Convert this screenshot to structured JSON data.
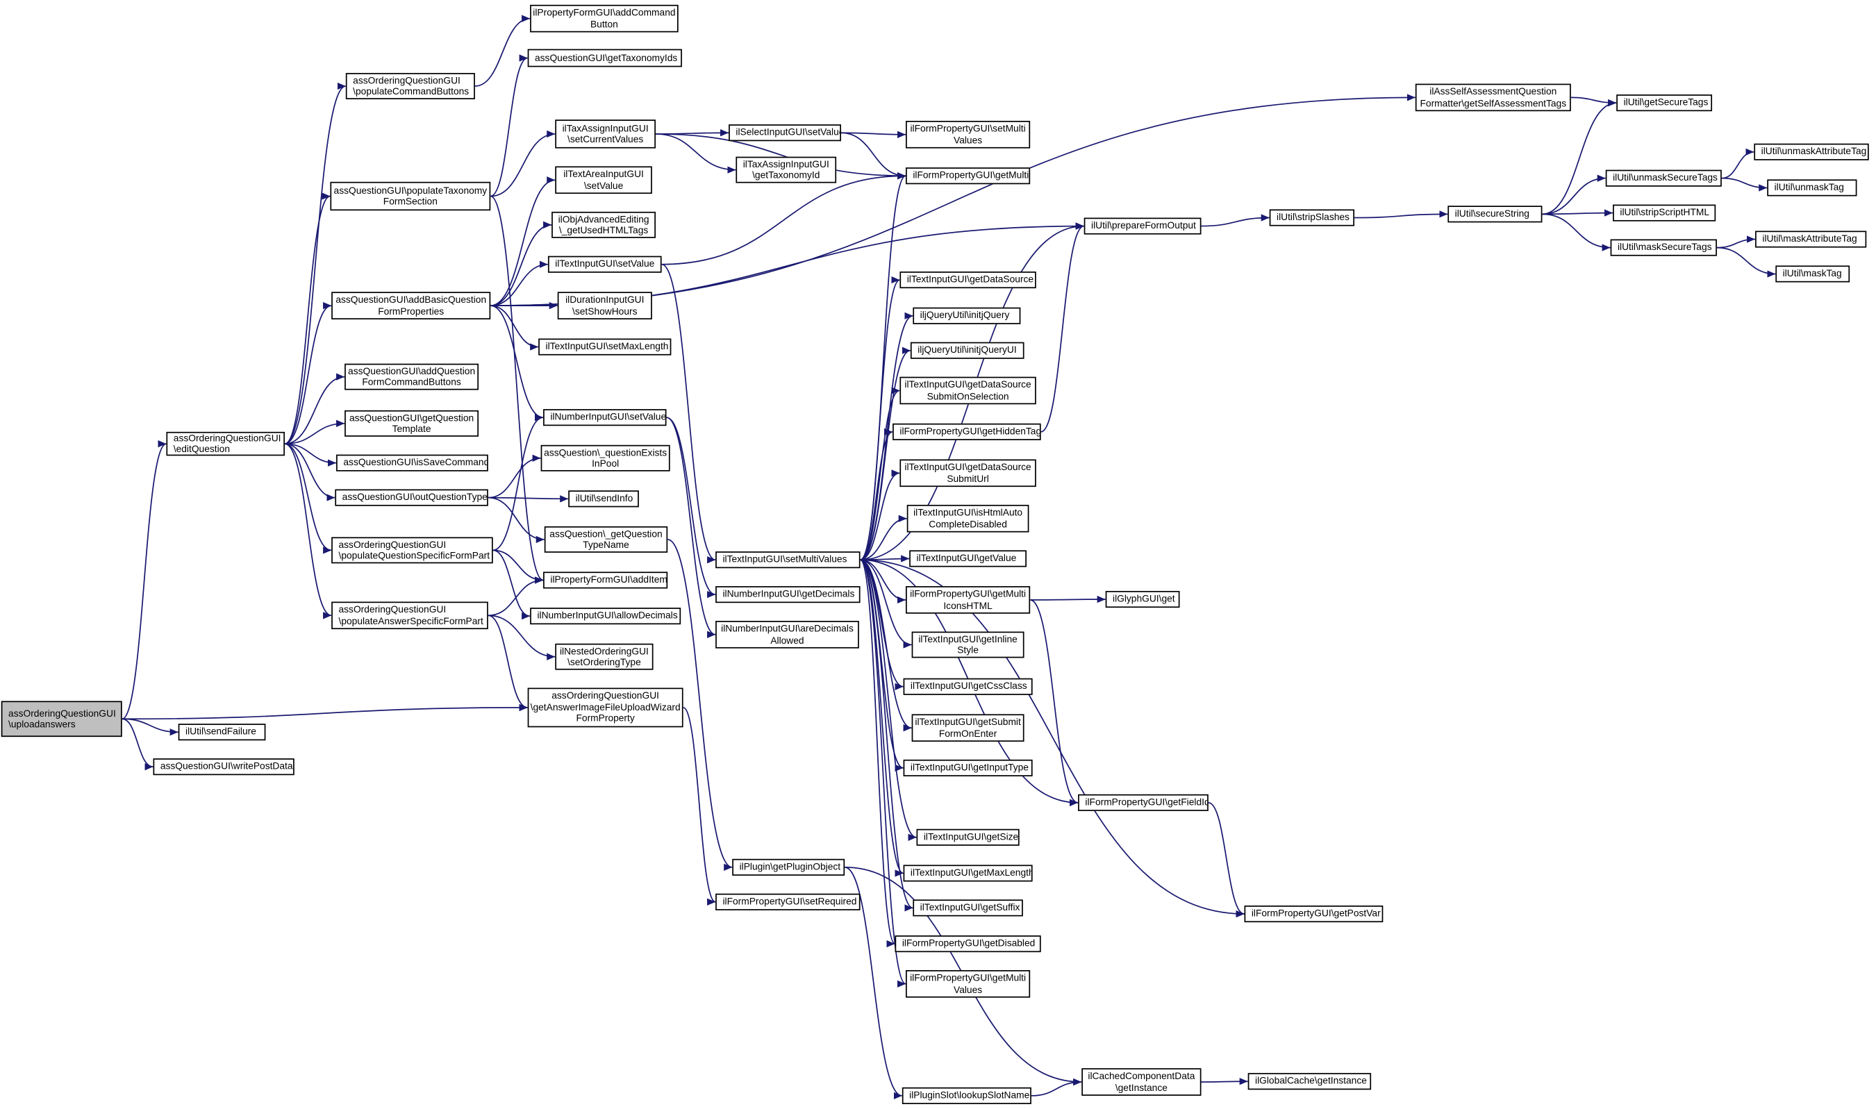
{
  "graph": {
    "edge_color": "#191970",
    "focus_fill": "#bfbfbf",
    "nodes": [
      {
        "id": "root",
        "lines": [
          "assOrderingQuestionGUI",
          "\\uploadanswers"
        ]
      },
      {
        "id": "editQuestion",
        "lines": [
          "assOrderingQuestionGUI",
          "\\editQuestion"
        ]
      },
      {
        "id": "sendFailure",
        "lines": [
          "ilUtil\\sendFailure"
        ]
      },
      {
        "id": "writePostData",
        "lines": [
          "assQuestionGUI\\writePostData"
        ]
      },
      {
        "id": "getAnswerImage",
        "lines": [
          "assOrderingQuestionGUI",
          "\\getAnswerImageFileUploadWizard",
          "FormProperty"
        ]
      },
      {
        "id": "populateCommandButtons",
        "lines": [
          "assOrderingQuestionGUI",
          "\\populateCommandButtons"
        ]
      },
      {
        "id": "populateTaxonomy",
        "lines": [
          "assQuestionGUI\\populateTaxonomy",
          "FormSection"
        ]
      },
      {
        "id": "addBasicQuestion",
        "lines": [
          "assQuestionGUI\\addBasicQuestion",
          "FormProperties"
        ]
      },
      {
        "id": "addQuestionFormCommandButtons",
        "lines": [
          "assQuestionGUI\\addQuestion",
          "FormCommandButtons"
        ]
      },
      {
        "id": "getQuestionTemplate",
        "lines": [
          "assQuestionGUI\\getQuestion",
          "Template"
        ]
      },
      {
        "id": "isSaveCommand",
        "lines": [
          "assQuestionGUI\\isSaveCommand"
        ]
      },
      {
        "id": "outQuestionType",
        "lines": [
          "assQuestionGUI\\outQuestionType"
        ]
      },
      {
        "id": "populateQuestionSpecific",
        "lines": [
          "assOrderingQuestionGUI",
          "\\populateQuestionSpecificFormPart"
        ]
      },
      {
        "id": "populateAnswerSpecific",
        "lines": [
          "assOrderingQuestionGUI",
          "\\populateAnswerSpecificFormPart"
        ]
      },
      {
        "id": "addCommandButton",
        "lines": [
          "ilPropertyFormGUI\\addCommand",
          "Button"
        ]
      },
      {
        "id": "getTaxonomyIds",
        "lines": [
          "assQuestionGUI\\getTaxonomyIds"
        ]
      },
      {
        "id": "taxAssignSetCurrentValues",
        "lines": [
          "ilTaxAssignInputGUI",
          "\\setCurrentValues"
        ]
      },
      {
        "id": "textAreaSetValue",
        "lines": [
          "ilTextAreaInputGUI",
          "\\setValue"
        ]
      },
      {
        "id": "objAdvancedEditing",
        "lines": [
          "ilObjAdvancedEditing",
          "\\_getUsedHTMLTags"
        ]
      },
      {
        "id": "textInputSetValue",
        "lines": [
          "ilTextInputGUI\\setValue"
        ]
      },
      {
        "id": "durationSetShowHours",
        "lines": [
          "ilDurationInputGUI",
          "\\setShowHours"
        ]
      },
      {
        "id": "textInputSetMaxLength",
        "lines": [
          "ilTextInputGUI\\setMaxLength"
        ]
      },
      {
        "id": "numberSetValue",
        "lines": [
          "ilNumberInputGUI\\setValue"
        ]
      },
      {
        "id": "questionExistsInPool",
        "lines": [
          "assQuestion\\_questionExists",
          "InPool"
        ]
      },
      {
        "id": "sendInfo",
        "lines": [
          "ilUtil\\sendInfo"
        ]
      },
      {
        "id": "getQuestionTypeName",
        "lines": [
          "assQuestion\\_getQuestion",
          "TypeName"
        ]
      },
      {
        "id": "addItem",
        "lines": [
          "ilPropertyFormGUI\\addItem"
        ]
      },
      {
        "id": "allowDecimals",
        "lines": [
          "ilNumberInputGUI\\allowDecimals"
        ]
      },
      {
        "id": "setOrderingType",
        "lines": [
          "ilNestedOrderingGUI",
          "\\setOrderingType"
        ]
      },
      {
        "id": "selectSetValue",
        "lines": [
          "ilSelectInputGUI\\setValue"
        ]
      },
      {
        "id": "taxAssignGetTaxonomyId",
        "lines": [
          "ilTaxAssignInputGUI",
          "\\getTaxonomyId"
        ]
      },
      {
        "id": "setMultiValuesTop",
        "lines": [
          "ilFormPropertyGUI\\setMulti",
          "Values"
        ]
      },
      {
        "id": "getMulti",
        "lines": [
          "ilFormPropertyGUI\\getMulti"
        ]
      },
      {
        "id": "getSelfAssessmentTags",
        "lines": [
          "ilAssSelfAssessmentQuestion",
          "Formatter\\getSelfAssessmentTags"
        ]
      },
      {
        "id": "getSecureTags",
        "lines": [
          "ilUtil\\getSecureTags"
        ]
      },
      {
        "id": "prepareFormOutput",
        "lines": [
          "ilUtil\\prepareFormOutput"
        ]
      },
      {
        "id": "stripSlashes",
        "lines": [
          "ilUtil\\stripSlashes"
        ]
      },
      {
        "id": "secureString",
        "lines": [
          "ilUtil\\secureString"
        ]
      },
      {
        "id": "unmaskSecureTags",
        "lines": [
          "ilUtil\\unmaskSecureTags"
        ]
      },
      {
        "id": "unmaskAttributeTag",
        "lines": [
          "ilUtil\\unmaskAttributeTag"
        ]
      },
      {
        "id": "unmaskTag",
        "lines": [
          "ilUtil\\unmaskTag"
        ]
      },
      {
        "id": "stripScriptHTML",
        "lines": [
          "ilUtil\\stripScriptHTML"
        ]
      },
      {
        "id": "maskSecureTags",
        "lines": [
          "ilUtil\\maskSecureTags"
        ]
      },
      {
        "id": "maskAttributeTag",
        "lines": [
          "ilUtil\\maskAttributeTag"
        ]
      },
      {
        "id": "maskTag",
        "lines": [
          "ilUtil\\maskTag"
        ]
      },
      {
        "id": "getDataSource",
        "lines": [
          "ilTextInputGUI\\getDataSource"
        ]
      },
      {
        "id": "initjQuery",
        "lines": [
          "iljQueryUtil\\initjQuery"
        ]
      },
      {
        "id": "initjQueryUI",
        "lines": [
          "iljQueryUtil\\initjQueryUI"
        ]
      },
      {
        "id": "getDataSourceSubmitOnSelection",
        "lines": [
          "ilTextInputGUI\\getDataSource",
          "SubmitOnSelection"
        ]
      },
      {
        "id": "getHiddenTag",
        "lines": [
          "ilFormPropertyGUI\\getHiddenTag"
        ]
      },
      {
        "id": "getDataSourceSubmitUrl",
        "lines": [
          "ilTextInputGUI\\getDataSource",
          "SubmitUrl"
        ]
      },
      {
        "id": "isHtmlAutoCompleteDisabled",
        "lines": [
          "ilTextInputGUI\\isHtmlAuto",
          "CompleteDisabled"
        ]
      },
      {
        "id": "setMultiValues",
        "lines": [
          "ilTextInputGUI\\setMultiValues"
        ]
      },
      {
        "id": "getValue",
        "lines": [
          "ilTextInputGUI\\getValue"
        ]
      },
      {
        "id": "getMultiIconsHTML",
        "lines": [
          "ilFormPropertyGUI\\getMulti",
          "IconsHTML"
        ]
      },
      {
        "id": "glyphGet",
        "lines": [
          "ilGlyphGUI\\get"
        ]
      },
      {
        "id": "getDecimals",
        "lines": [
          "ilNumberInputGUI\\getDecimals"
        ]
      },
      {
        "id": "areDecimalsAllowed",
        "lines": [
          "ilNumberInputGUI\\areDecimals",
          "Allowed"
        ]
      },
      {
        "id": "getInlineStyle",
        "lines": [
          "ilTextInputGUI\\getInline",
          "Style"
        ]
      },
      {
        "id": "getCssClass",
        "lines": [
          "ilTextInputGUI\\getCssClass"
        ]
      },
      {
        "id": "getSubmitFormOnEnter",
        "lines": [
          "ilTextInputGUI\\getSubmit",
          "FormOnEnter"
        ]
      },
      {
        "id": "getInputType",
        "lines": [
          "ilTextInputGUI\\getInputType"
        ]
      },
      {
        "id": "getFieldId",
        "lines": [
          "ilFormPropertyGUI\\getFieldId"
        ]
      },
      {
        "id": "getSize",
        "lines": [
          "ilTextInputGUI\\getSize"
        ]
      },
      {
        "id": "getMaxLength",
        "lines": [
          "ilTextInputGUI\\getMaxLength"
        ]
      },
      {
        "id": "getSuffix",
        "lines": [
          "ilTextInputGUI\\getSuffix"
        ]
      },
      {
        "id": "getDisabled",
        "lines": [
          "ilFormPropertyGUI\\getDisabled"
        ]
      },
      {
        "id": "getMultiValues",
        "lines": [
          "ilFormPropertyGUI\\getMulti",
          "Values"
        ]
      },
      {
        "id": "getPostVar",
        "lines": [
          "ilFormPropertyGUI\\getPostVar"
        ]
      },
      {
        "id": "getPluginObject",
        "lines": [
          "ilPlugin\\getPluginObject"
        ]
      },
      {
        "id": "setRequired",
        "lines": [
          "ilFormPropertyGUI\\setRequired"
        ]
      },
      {
        "id": "cachedComponentData",
        "lines": [
          "ilCachedComponentData",
          "\\getInstance"
        ]
      },
      {
        "id": "globalCache",
        "lines": [
          "ilGlobalCache\\getInstance"
        ]
      },
      {
        "id": "lookupSlotName",
        "lines": [
          "ilPluginSlot\\lookupSlotName"
        ]
      }
    ],
    "edges": [
      [
        "root",
        "editQuestion"
      ],
      [
        "root",
        "sendFailure"
      ],
      [
        "root",
        "writePostData"
      ],
      [
        "root",
        "getAnswerImage"
      ],
      [
        "editQuestion",
        "populateCommandButtons"
      ],
      [
        "editQuestion",
        "populateTaxonomy"
      ],
      [
        "editQuestion",
        "addBasicQuestion"
      ],
      [
        "editQuestion",
        "addQuestionFormCommandButtons"
      ],
      [
        "editQuestion",
        "getQuestionTemplate"
      ],
      [
        "editQuestion",
        "isSaveCommand"
      ],
      [
        "editQuestion",
        "outQuestionType"
      ],
      [
        "editQuestion",
        "populateQuestionSpecific"
      ],
      [
        "editQuestion",
        "populateAnswerSpecific"
      ],
      [
        "populateCommandButtons",
        "addCommandButton"
      ],
      [
        "populateTaxonomy",
        "getTaxonomyIds"
      ],
      [
        "populateTaxonomy",
        "taxAssignSetCurrentValues"
      ],
      [
        "populateTaxonomy",
        "addItem"
      ],
      [
        "addBasicQuestion",
        "getSelfAssessmentTags"
      ],
      [
        "addBasicQuestion",
        "textAreaSetValue"
      ],
      [
        "addBasicQuestion",
        "objAdvancedEditing"
      ],
      [
        "addBasicQuestion",
        "textInputSetValue"
      ],
      [
        "addBasicQuestion",
        "durationSetShowHours"
      ],
      [
        "addBasicQuestion",
        "textInputSetMaxLength"
      ],
      [
        "addBasicQuestion",
        "numberSetValue"
      ],
      [
        "addBasicQuestion",
        "prepareFormOutput"
      ],
      [
        "outQuestionType",
        "questionExistsInPool"
      ],
      [
        "outQuestionType",
        "sendInfo"
      ],
      [
        "outQuestionType",
        "getQuestionTypeName"
      ],
      [
        "populateQuestionSpecific",
        "numberSetValue"
      ],
      [
        "populateQuestionSpecific",
        "addItem"
      ],
      [
        "populateQuestionSpecific",
        "allowDecimals"
      ],
      [
        "populateAnswerSpecific",
        "addItem"
      ],
      [
        "populateAnswerSpecific",
        "setOrderingType"
      ],
      [
        "populateAnswerSpecific",
        "getAnswerImage"
      ],
      [
        "getAnswerImage",
        "setRequired"
      ],
      [
        "taxAssignSetCurrentValues",
        "selectSetValue"
      ],
      [
        "taxAssignSetCurrentValues",
        "taxAssignGetTaxonomyId"
      ],
      [
        "taxAssignSetCurrentValues",
        "getMulti"
      ],
      [
        "selectSetValue",
        "setMultiValuesTop"
      ],
      [
        "selectSetValue",
        "getMulti"
      ],
      [
        "textInputSetValue",
        "getMulti"
      ],
      [
        "textInputSetValue",
        "setMultiValues"
      ],
      [
        "numberSetValue",
        "getDecimals"
      ],
      [
        "numberSetValue",
        "areDecimalsAllowed"
      ],
      [
        "getQuestionTypeName",
        "getPluginObject"
      ],
      [
        "getSelfAssessmentTags",
        "getSecureTags"
      ],
      [
        "prepareFormOutput",
        "stripSlashes"
      ],
      [
        "stripSlashes",
        "secureString"
      ],
      [
        "secureString",
        "getSecureTags"
      ],
      [
        "secureString",
        "unmaskSecureTags"
      ],
      [
        "secureString",
        "stripScriptHTML"
      ],
      [
        "secureString",
        "maskSecureTags"
      ],
      [
        "unmaskSecureTags",
        "unmaskAttributeTag"
      ],
      [
        "unmaskSecureTags",
        "unmaskTag"
      ],
      [
        "maskSecureTags",
        "maskAttributeTag"
      ],
      [
        "maskSecureTags",
        "maskTag"
      ],
      [
        "setMultiValues",
        "getMulti"
      ],
      [
        "setMultiValues",
        "prepareFormOutput"
      ],
      [
        "setMultiValues",
        "getDataSource"
      ],
      [
        "setMultiValues",
        "initjQuery"
      ],
      [
        "setMultiValues",
        "initjQueryUI"
      ],
      [
        "setMultiValues",
        "getDataSourceSubmitOnSelection"
      ],
      [
        "setMultiValues",
        "getHiddenTag"
      ],
      [
        "setMultiValues",
        "getDataSourceSubmitUrl"
      ],
      [
        "setMultiValues",
        "isHtmlAutoCompleteDisabled"
      ],
      [
        "setMultiValues",
        "getValue"
      ],
      [
        "setMultiValues",
        "getMultiIconsHTML"
      ],
      [
        "setMultiValues",
        "getInlineStyle"
      ],
      [
        "setMultiValues",
        "getCssClass"
      ],
      [
        "setMultiValues",
        "getSubmitFormOnEnter"
      ],
      [
        "setMultiValues",
        "getInputType"
      ],
      [
        "setMultiValues",
        "getFieldId"
      ],
      [
        "setMultiValues",
        "getSize"
      ],
      [
        "setMultiValues",
        "getMaxLength"
      ],
      [
        "setMultiValues",
        "getSuffix"
      ],
      [
        "setMultiValues",
        "getDisabled"
      ],
      [
        "setMultiValues",
        "getMultiValues"
      ],
      [
        "setMultiValues",
        "getPostVar"
      ],
      [
        "getHiddenTag",
        "prepareFormOutput"
      ],
      [
        "getMultiIconsHTML",
        "glyphGet"
      ],
      [
        "getMultiIconsHTML",
        "getFieldId"
      ],
      [
        "getFieldId",
        "getPostVar"
      ],
      [
        "getPluginObject",
        "cachedComponentData"
      ],
      [
        "getPluginObject",
        "lookupSlotName"
      ],
      [
        "lookupSlotName",
        "cachedComponentData"
      ],
      [
        "cachedComponentData",
        "globalCache"
      ]
    ]
  }
}
